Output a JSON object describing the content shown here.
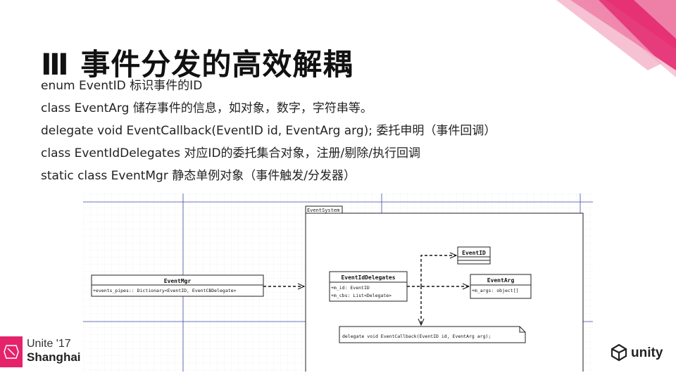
{
  "slide": {
    "title": "Ⅲ 事件分发的高效解耦",
    "bullets": [
      "enum EventID 标识事件的ID",
      "class EventArg 储存事件的信息，如对象，数字，字符串等。",
      "delegate void EventCallback(EventID id, EventArg arg); 委托申明（事件回调）",
      "class EventIdDelegates 对应ID的委托集合对象，注册/剔除/执行回调",
      "static class EventMgr 静态单例对象（事件触发/分发器）"
    ]
  },
  "diagram": {
    "package_label": "EventSystem",
    "classes": {
      "eventmgr": {
        "name": "EventMgr",
        "attrs": [
          "+events_pipes:: Dictionary<EventID, EventCBDelegate>"
        ]
      },
      "eventiddelegates": {
        "name": "EventIdDelegates",
        "attrs": [
          "+m_id: EventID",
          "+m_cbs: List<Delegate>"
        ]
      },
      "eventid": {
        "name": "EventID",
        "attrs": []
      },
      "eventarg": {
        "name": "EventArg",
        "attrs": [
          "+m_args: object[]"
        ]
      }
    },
    "note": "delegate void EventCallback(EventID id, EventArg arg);"
  },
  "branding": {
    "event_line1": "Unite '17",
    "event_line2": "Shanghai",
    "logo_text": "unity"
  },
  "colors": {
    "accent_pink": "#e4236b",
    "accent_light": "#f6b3cb",
    "grid": "#b9bbd6",
    "grid_major": "#3d4a9c",
    "diagram_line": "#222222"
  }
}
